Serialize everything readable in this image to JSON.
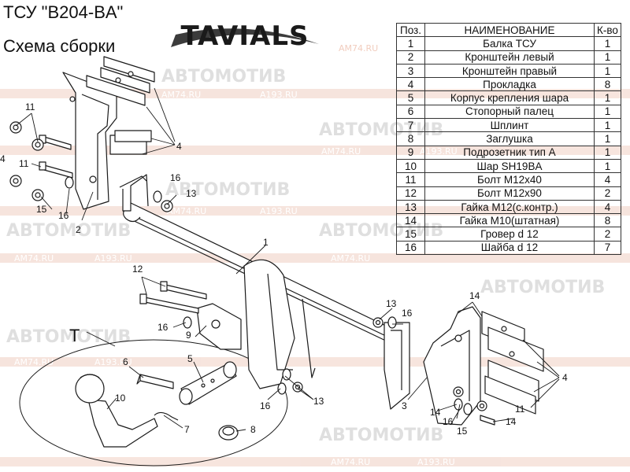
{
  "header": {
    "product_title": "ТСУ \"B204-BA\"",
    "subtitle": "Схема сборки",
    "brand": "TAVIALS"
  },
  "parts_table": {
    "headers": [
      "Поз.",
      "НАИМЕНОВАНИЕ",
      "К-во"
    ],
    "rows": [
      [
        "1",
        "Балка ТСУ",
        "1"
      ],
      [
        "2",
        "Кронштейн левый",
        "1"
      ],
      [
        "3",
        "Кронштейн правый",
        "1"
      ],
      [
        "4",
        "Прокладка",
        "8"
      ],
      [
        "5",
        "Корпус крепления шара",
        "1"
      ],
      [
        "6",
        "Стопорный палец",
        "1"
      ],
      [
        "7",
        "Шплинт",
        "1"
      ],
      [
        "8",
        "Заглушка",
        "1"
      ],
      [
        "9",
        "Подрозетник тип А",
        "1"
      ],
      [
        "10",
        "Шар SH19BA",
        "1"
      ],
      [
        "11",
        "Болт М12х40",
        "4"
      ],
      [
        "12",
        "Болт М12х90",
        "2"
      ],
      [
        "13",
        "Гайка М12(с.контр.)",
        "4"
      ],
      [
        "14",
        "Гайка М10(штатная)",
        "8"
      ],
      [
        "15",
        "Гровер d 12",
        "2"
      ],
      [
        "16",
        "Шайба d 12",
        "7"
      ]
    ]
  },
  "callouts": {
    "n1": "1",
    "n2": "2",
    "n3": "3",
    "n4": "4",
    "n5": "5",
    "n6": "6",
    "n7": "7",
    "n8": "8",
    "n9": "9",
    "n10": "10",
    "n11": "11",
    "n12": "12",
    "n13": "13",
    "n14": "14",
    "n15": "15",
    "n16": "16",
    "t": "T"
  },
  "watermarks": {
    "brand": "АВТОМОТИВ",
    "site1": "AM74.RU",
    "site2": "A193.RU"
  },
  "colors": {
    "line": "#1a1a1a",
    "watermark": "#d9d9d9",
    "watermark_band": "#f6d9cf"
  }
}
